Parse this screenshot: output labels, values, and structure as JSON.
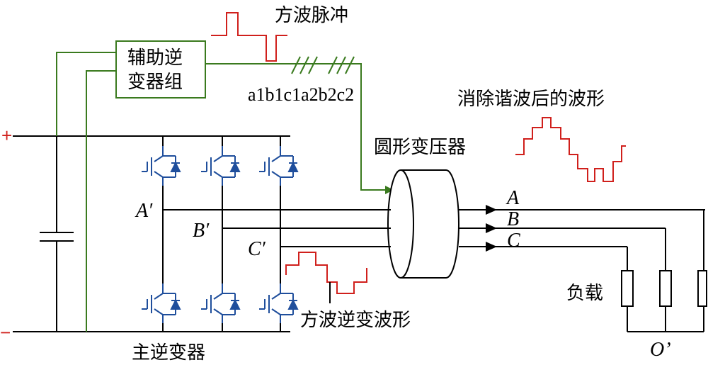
{
  "labels": {
    "square_pulse": "方波脉冲",
    "aux_inverter_line1": "辅助逆",
    "aux_inverter_line2": "变器组",
    "bus_signals": "a1b1c1a2b2c2",
    "filtered_waveform": "消除谐波后的波形",
    "round_transformer": "圆形变压器",
    "square_inverter_waveform": "方波逆变波形",
    "main_inverter": "主逆变器",
    "load": "负载",
    "plus": "+",
    "minus": "−",
    "node_a_prime": "A′",
    "node_b_prime": "B′",
    "node_c_prime": "C′",
    "out_a": "A",
    "out_b": "B",
    "out_c": "C",
    "neutral": "O’"
  },
  "colors": {
    "wire": "#000000",
    "control": "#3a7a1e",
    "waveform": "#d0201c",
    "igbt": "#1f4e9c"
  }
}
